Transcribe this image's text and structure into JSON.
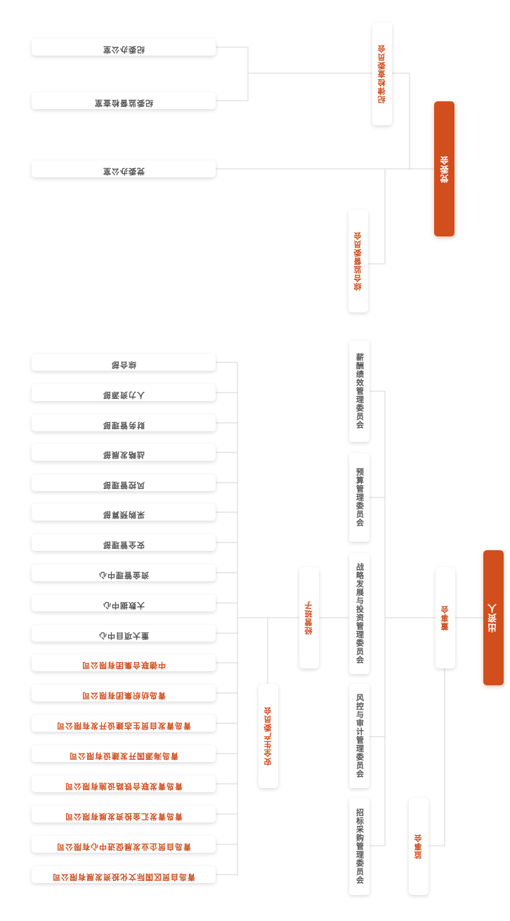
{
  "colors": {
    "accent": "#d24e1c",
    "text_orange": "#cf4a1a",
    "text_gray": "#555555",
    "line": "#d6d6d6"
  },
  "nodes": {
    "shareholder": "出资人",
    "party_committee": "党委会",
    "board": "董事会",
    "supervisory": "监事会",
    "discipline_committee": "纪律检查委员会",
    "supervision_committee": "综合监督委员会",
    "management_team": "经营班子",
    "safety_committee": "安全生产委员会",
    "discipline_office": "纪委办公室",
    "discipline_inspection_room": "纪委监督检查室",
    "party_office": "党委办公室"
  },
  "board_committees": [
    "薪酬绩效管理委员会",
    "预算管理委员会",
    "战略发展与投资管理委员会",
    "风控与审计管理委员会",
    "招标采购管理委员会"
  ],
  "departments": [
    "综合部",
    "人力资源部",
    "财务管理部",
    "战略发展部",
    "风控管理部",
    "采购预算部",
    "安全管理部",
    "资金管理中心",
    "大数据中心",
    "重大项目中心"
  ],
  "subsidiaries": [
    "中德联合集团有限公司",
    "青岛纺织集团有限公司",
    "青岛青发自贸生态建设开发有限公司",
    "青岛海源国开发建设有限公司",
    "青岛青发联合铁路设施有限公司",
    "青岛青发汇金投资发展有限公司",
    "青岛自贸企业发展促进中心有限公司",
    "青岛自贸区国际文化投资发展有限公司"
  ]
}
